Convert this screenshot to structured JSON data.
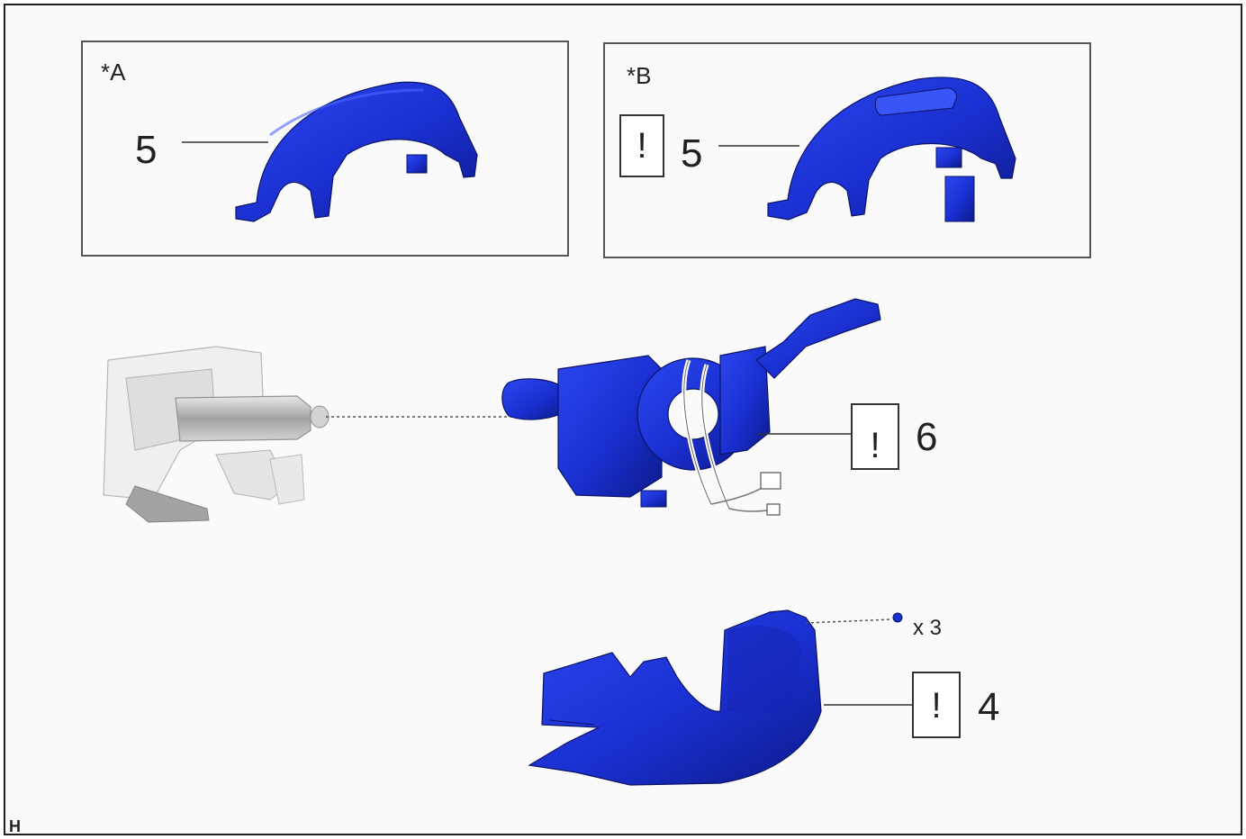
{
  "insets": {
    "a": {
      "tag": "*A",
      "part_number": "5"
    },
    "b": {
      "tag": "*B",
      "part_number": "5",
      "caution": "!"
    }
  },
  "parts": {
    "switch": {
      "number": "6",
      "caution": "!"
    },
    "lower_cover": {
      "number": "4",
      "caution": "!"
    },
    "screw": {
      "quantity": "x 3"
    }
  },
  "corner_mark": "H",
  "colors": {
    "part": "#1a2fd0",
    "column": "#b8b8b8",
    "outline": "#222222"
  }
}
